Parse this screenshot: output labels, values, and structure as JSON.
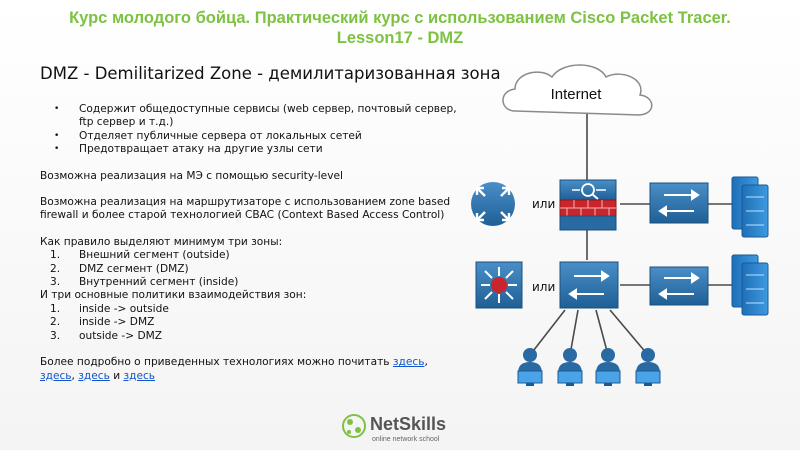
{
  "slide": {
    "title_line1": "Курс молодого бойца. Практический курс с использованием Cisco Packet Tracer.",
    "title_line2": "Lesson17 - DMZ",
    "heading": "DMZ - Demilitarized Zone - демилитаризованная зона",
    "bullets": [
      "Содержит общедоступные сервисы (web сервер, почтовый сервер, ftp сервер и т.д.)",
      "Отделяет публичные сервера от локальных сетей",
      "Предотвращает атаку на другие узлы сети"
    ],
    "para1": "Возможна реализация на МЭ с помощью security-level",
    "para2": "Возможна реализация на маршрутизаторе с использованием zone based firewall и более старой технологией CBAC (Context Based Access Control)",
    "zones_intro": "Как правило выделяют минимум три зоны:",
    "zones": [
      {
        "n": "1.",
        "text": "Внешний сегмент (outside)"
      },
      {
        "n": "2.",
        "text": "DMZ сегмент (DMZ)"
      },
      {
        "n": "3.",
        "text": "Внутренний сегмент (inside)"
      }
    ],
    "policies_intro": "И три основные политики взаимодействия зон:",
    "policies": [
      {
        "n": "1.",
        "text": "inside -> outside"
      },
      {
        "n": "2.",
        "text": "inside -> DMZ"
      },
      {
        "n": "3.",
        "text": "outside -> DMZ"
      }
    ],
    "more_prefix": "Более подробно о приведенных технологиях можно почитать",
    "links": [
      "здесь",
      "здесь",
      "здесь",
      "здесь"
    ],
    "sep_comma": ",",
    "sep_and": "и"
  },
  "diagram": {
    "cloud_label": "Internet",
    "or_label_1": "или",
    "or_label_2": "или"
  },
  "logo": {
    "name": "NetSkills",
    "tagline": "online network school"
  },
  "colors": {
    "title_green": "#7dc242",
    "cisco_blue": "#2f78b5",
    "firewall_red": "#c9252c",
    "link_blue": "#1155cc"
  }
}
